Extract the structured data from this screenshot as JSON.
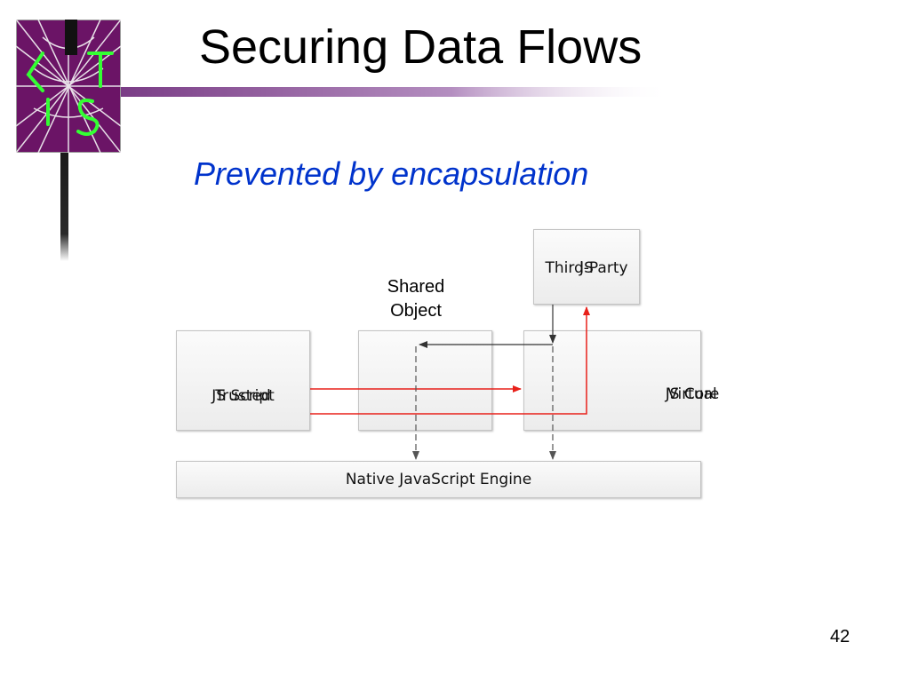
{
  "slide": {
    "title": "Securing Data Flows",
    "subtitle": "Prevented by encapsulation",
    "page_number": "42"
  },
  "diagram": {
    "trusted": {
      "line1": "Trusted",
      "line2": "JS Script"
    },
    "shared_object": {
      "line1": "Shared",
      "line2": "Object"
    },
    "virtual_core": {
      "line1": "Virtual",
      "line2": "JS Core"
    },
    "third_party": {
      "line1": "Third-Party",
      "line2": "JS"
    },
    "native_engine": {
      "label": "Native JavaScript Engine"
    }
  },
  "colors": {
    "title": "#000000",
    "subtitle": "#0033cc",
    "blocked_flow": "#e8201a",
    "allowed_flow": "#333333",
    "logo_background": "#6b1466",
    "logo_letters": "#33ff33",
    "divider": "#7a3d86"
  },
  "icons": {
    "logo": "lis-logo-web-icon"
  }
}
